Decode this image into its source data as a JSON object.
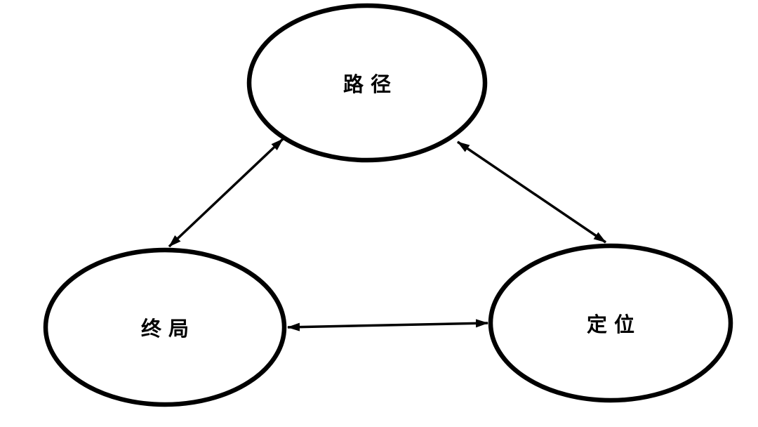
{
  "diagram": {
    "background_color": "#ffffff",
    "stroke_color": "#000000",
    "nodes": [
      {
        "id": "path",
        "label": "路径",
        "position": "top"
      },
      {
        "id": "endgame",
        "label": "终局",
        "position": "bottom-left"
      },
      {
        "id": "positioning",
        "label": "定位",
        "position": "bottom-right"
      }
    ],
    "edges": [
      {
        "from": "path",
        "to": "endgame",
        "direction": "bidirectional"
      },
      {
        "from": "path",
        "to": "positioning",
        "direction": "bidirectional"
      },
      {
        "from": "endgame",
        "to": "positioning",
        "direction": "bidirectional"
      }
    ]
  }
}
